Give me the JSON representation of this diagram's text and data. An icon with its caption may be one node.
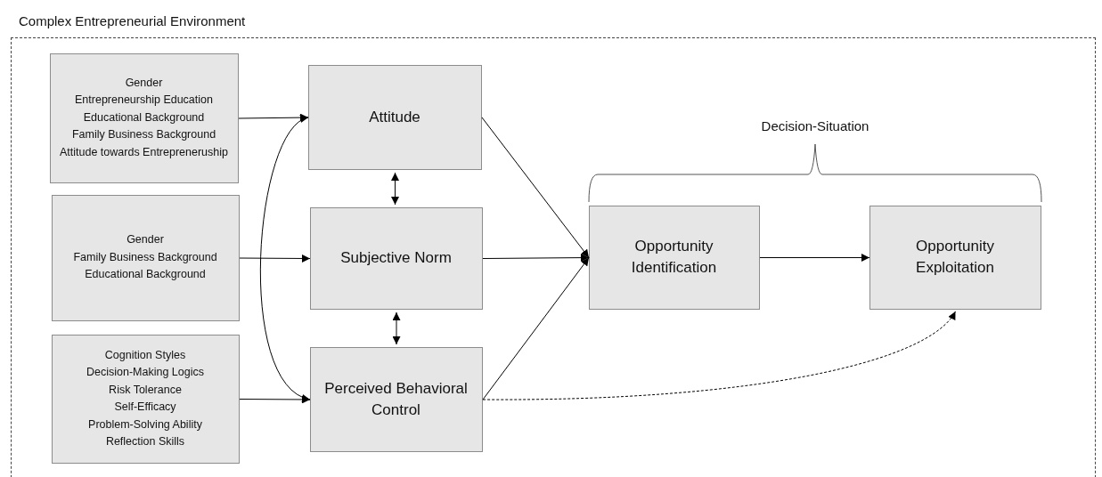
{
  "diagram": {
    "nodes": [
      {
        "text": [
          "Complex Entrepreneurial Environment"
        ]
      },
      {
        "text": [
          "Gender",
          "Entrepreneurship Education",
          "Educational Background",
          "Family Business Background",
          "Attitude towards Entrepreneruship"
        ],
        "in": 0
      },
      {
        "text": [
          "Gender",
          "Family Business Background",
          "Educational Background"
        ],
        "in": 0
      },
      {
        "text": [
          "Cognition Styles",
          "Decision-Making Logics",
          "Risk Tolerance",
          "Self-Efficacy",
          "Problem-Solving Ability",
          "Reflection Skills"
        ],
        "in": 0
      },
      {
        "text": [
          "Attitude"
        ],
        "in": 0
      },
      {
        "text": [
          "Subjective Norm"
        ],
        "in": 0
      },
      {
        "text": [
          "Perceived Behavioral Control"
        ],
        "in": 0
      },
      {
        "text": [
          "Opportunity Identification"
        ],
        "in": 0
      },
      {
        "text": [
          "Opportunity Exploitation"
        ],
        "in": 0
      }
    ],
    "edges": [
      {
        "from": 1,
        "to": 4,
        "arrow": "to"
      },
      {
        "from": 2,
        "to": 5,
        "arrow": "to"
      },
      {
        "from": 3,
        "to": 6,
        "arrow": "to"
      },
      {
        "from": 4,
        "to": 5,
        "arrow": "both"
      },
      {
        "from": 5,
        "to": 6,
        "arrow": "both"
      },
      {
        "from": 4,
        "to": 6,
        "arrow": "both"
      },
      {
        "from": 4,
        "to": 7,
        "arrow": "to"
      },
      {
        "from": 5,
        "to": 7,
        "arrow": "to"
      },
      {
        "from": 6,
        "to": 7,
        "arrow": "to"
      },
      {
        "from": 7,
        "to": 8,
        "arrow": "to"
      },
      {
        "from": 6,
        "to": 8,
        "arrow": "to",
        "style": "dashed"
      }
    ],
    "labels": [
      "Decision-Situation"
    ]
  }
}
